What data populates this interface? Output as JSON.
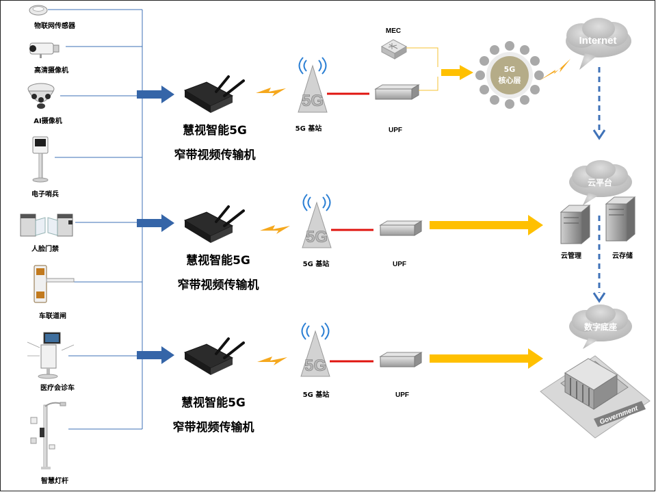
{
  "devices": [
    {
      "label": "物联网传感器",
      "icon": "iot-sensor-icon"
    },
    {
      "label": "高清摄像机",
      "icon": "hd-camera-icon"
    },
    {
      "label": "AI摄像机",
      "icon": "ai-camera-icon"
    },
    {
      "label": "电子哨兵",
      "icon": "electronic-sentry-icon"
    },
    {
      "label": "人脸门禁",
      "icon": "face-gate-icon"
    },
    {
      "label": "车联道闸",
      "icon": "vehicle-barrier-icon"
    },
    {
      "label": "医疗会诊车",
      "icon": "medical-cart-icon"
    },
    {
      "label": "智慧灯杆",
      "icon": "smart-pole-icon"
    }
  ],
  "transmitter": {
    "line1": "慧视智能5G",
    "line2": "窄带视频传输机"
  },
  "base_station": {
    "label": "5G 基站",
    "icon_text": "5G"
  },
  "upf": {
    "label": "UPF"
  },
  "mec": {
    "label": "MEC"
  },
  "core": {
    "line1": "5G",
    "line2": "核心层"
  },
  "internet": {
    "label": "Internet"
  },
  "cloud_platform": {
    "label": "云平台",
    "management": "云管理",
    "storage": "云存储"
  },
  "digital_base": {
    "label": "数字底座",
    "building_sign": "Government"
  },
  "colors": {
    "wire": "#3b6fb5",
    "arrow_blue": "#3565a8",
    "arrow_gold": "#ffc000",
    "red_link": "#e0140f",
    "dash_blue": "#3f72b8",
    "cloud": "#c8c8c8",
    "core_ring": "#a9a9a9",
    "core_center": "#b5ac88"
  }
}
